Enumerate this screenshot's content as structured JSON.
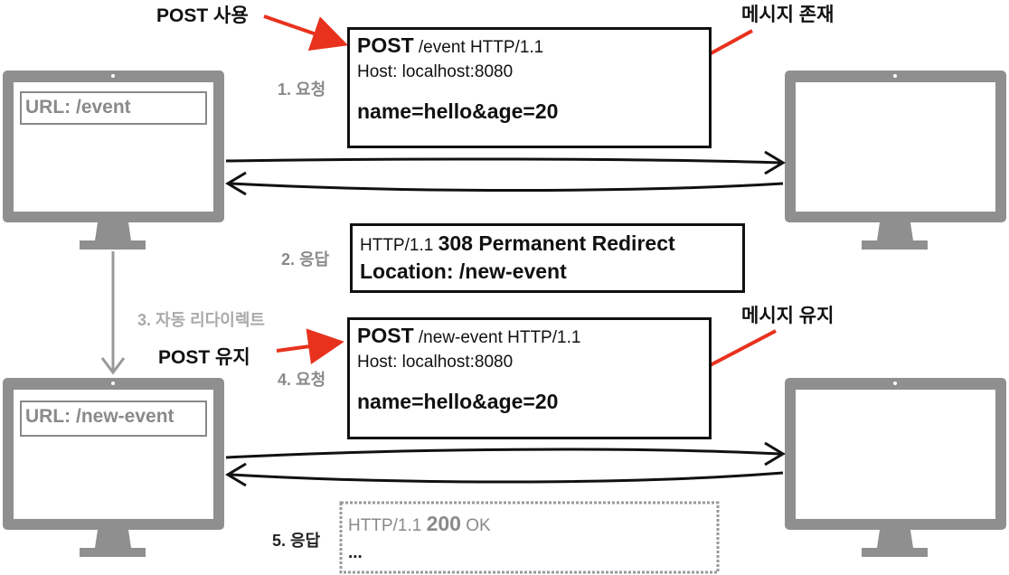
{
  "colors": {
    "accent": "#e8321e",
    "monitor": "#8f8f8f",
    "text": "#111111",
    "muted": "#8a8a8a"
  },
  "annotations": {
    "post_use": "POST 사용",
    "message_exists": "메시지 존재",
    "message_keep": "메시지 유지",
    "post_keep": "POST 유지"
  },
  "steps": {
    "s1": "1. 요청",
    "s2": "2. 응답",
    "s3": "3. 자동 리다이렉트",
    "s4": "4. 요청",
    "s5": "5. 응답"
  },
  "clients": {
    "top_url": "URL: /event",
    "bottom_url": "URL: /new-event"
  },
  "request1": {
    "method": "POST",
    "line_rest": " /event HTTP/1.1",
    "host": "Host: localhost:8080",
    "body": "name=hello&age=20"
  },
  "response1": {
    "version": "HTTP/1.1 ",
    "status": "308 Permanent Redirect",
    "location": "Location: /new-event"
  },
  "request2": {
    "method": "POST",
    "line_rest": " /new-event HTTP/1.1",
    "host": "Host: localhost:8080",
    "body": "name=hello&age=20"
  },
  "response2": {
    "version": "HTTP/1.1 ",
    "status_code": "200",
    "status_text": " OK",
    "more": "..."
  }
}
